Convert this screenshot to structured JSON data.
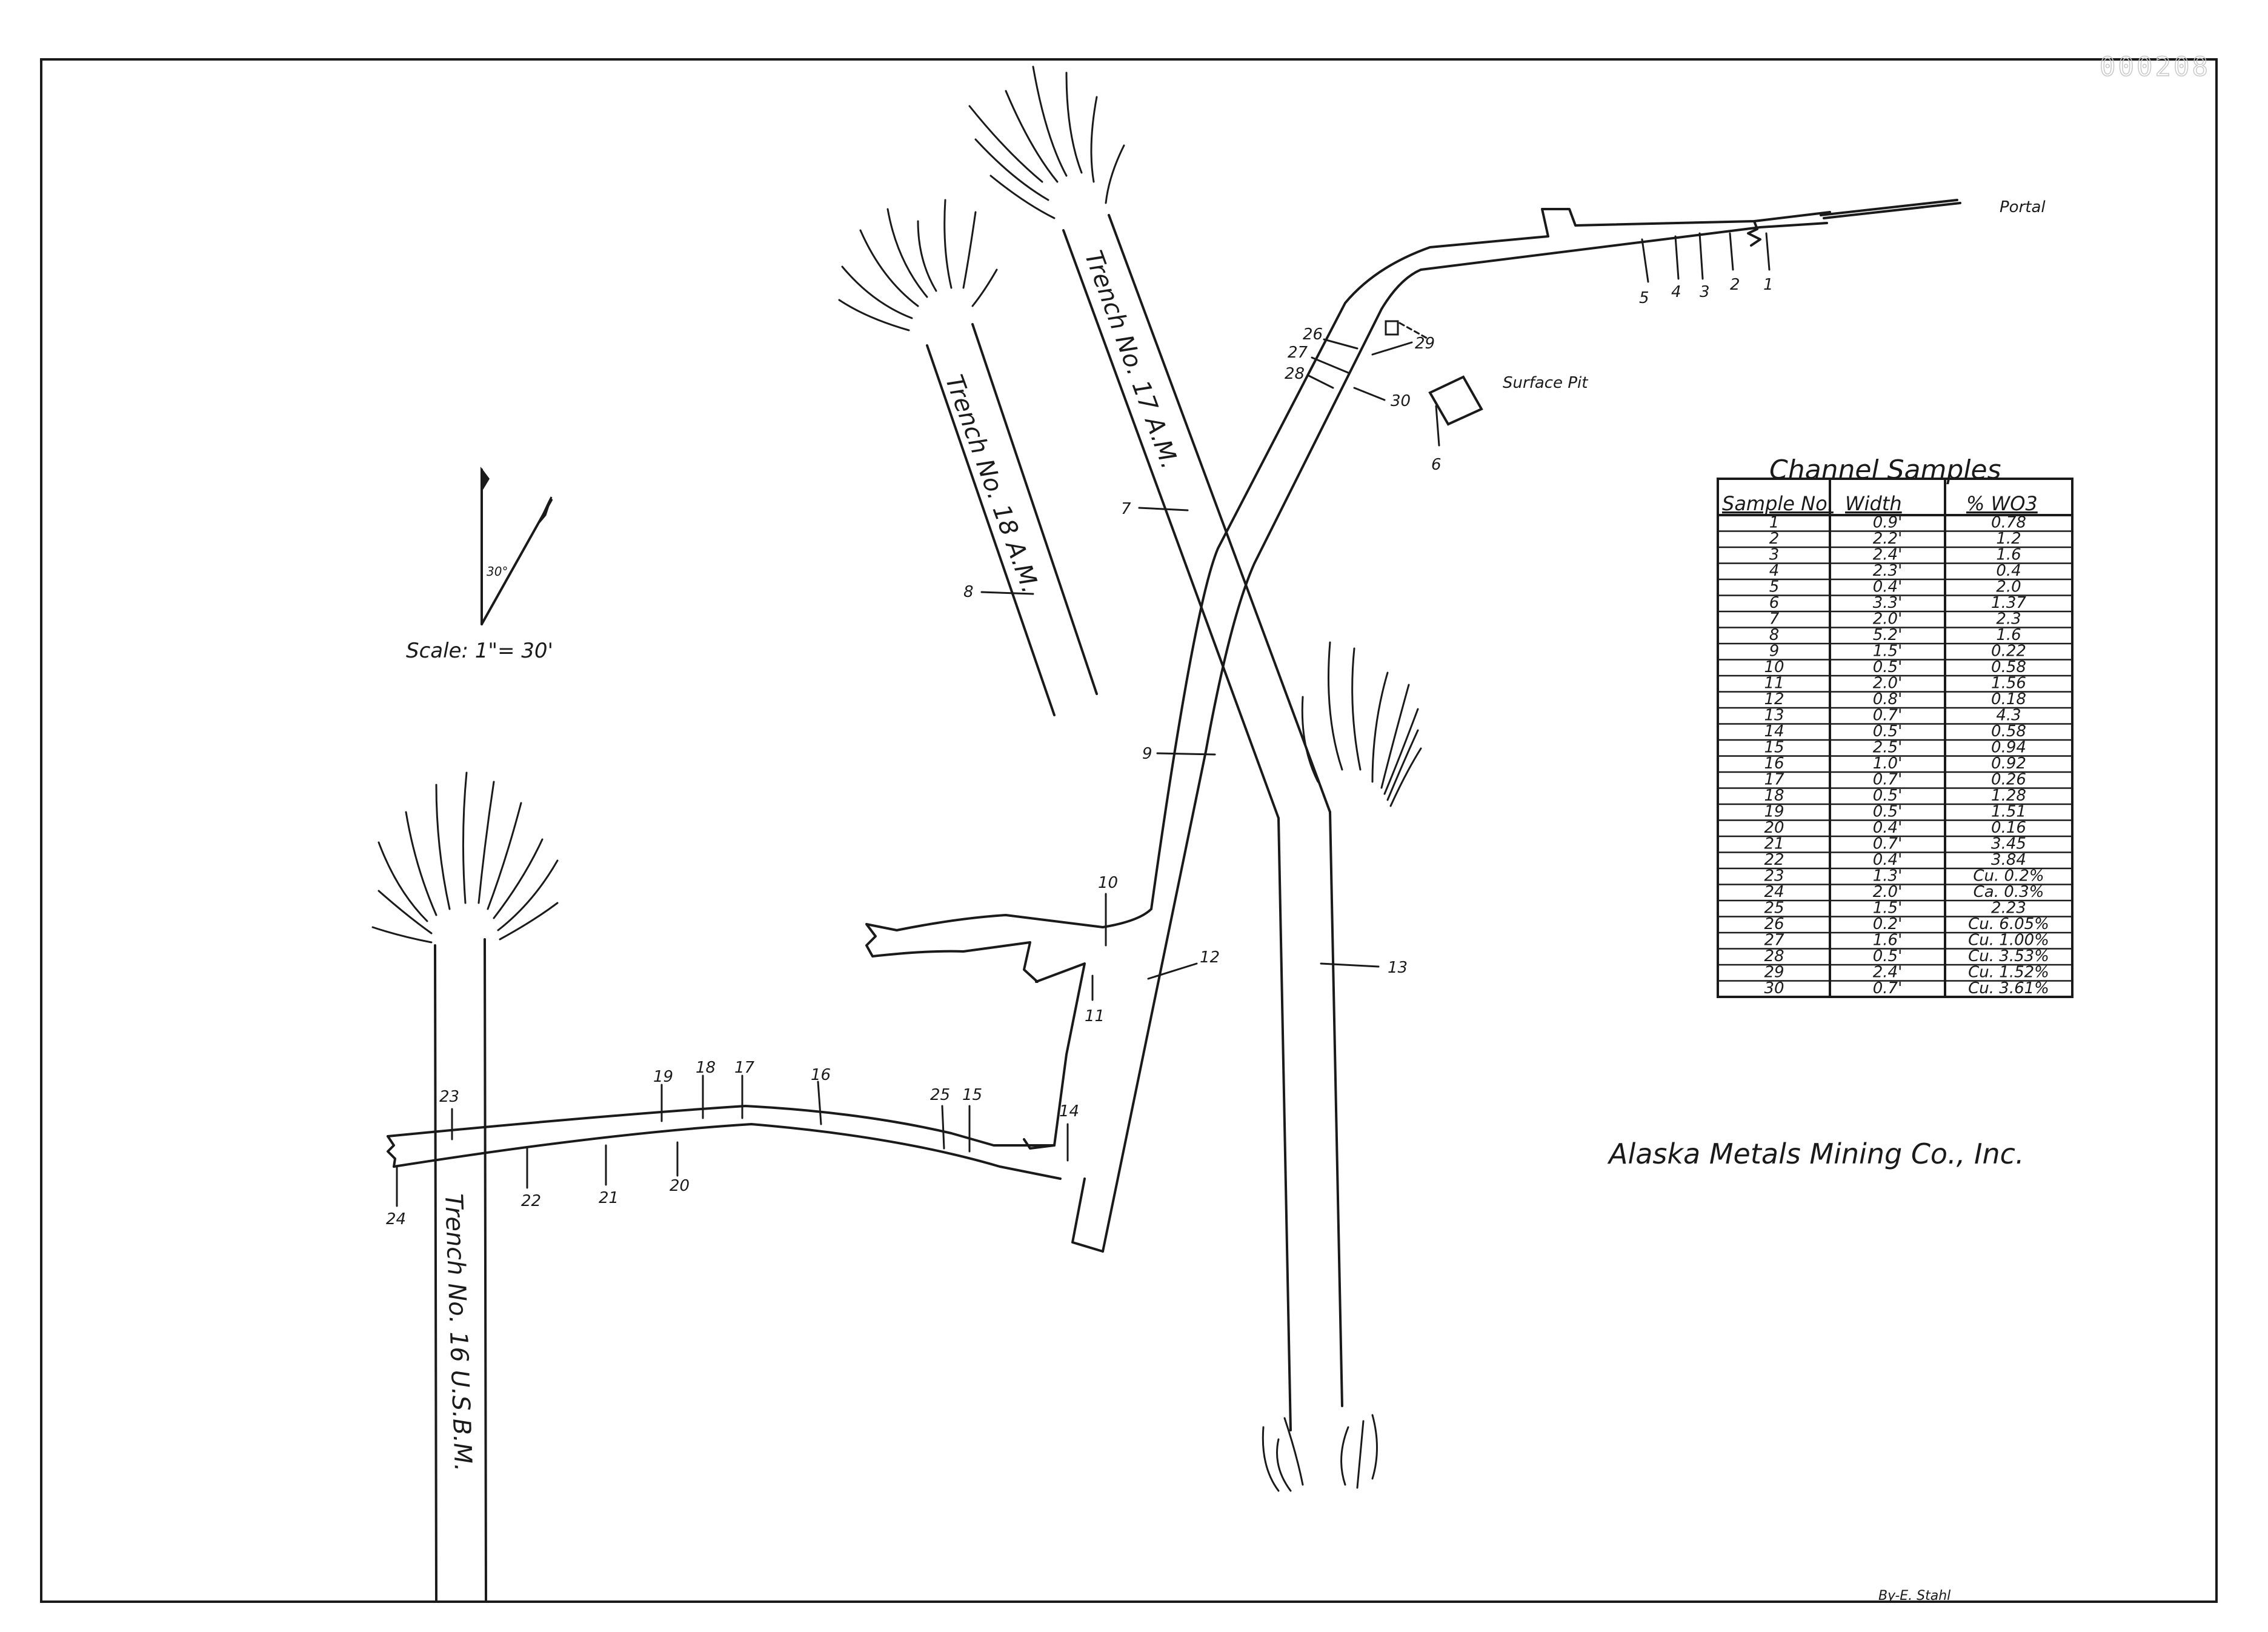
{
  "document_number": "000208",
  "title": "Alaska Metals Mining Co., Inc.",
  "author": "By-E. Stahl",
  "scale": "Scale: 1\"= 30'",
  "north_arrow": {
    "angle": "30°"
  },
  "features": {
    "portal": "Portal",
    "surface_pit": "Surface Pit"
  },
  "trenches": [
    {
      "label": "Trench No. 18 A.M."
    },
    {
      "label": "Trench No. 17 A.M."
    },
    {
      "label": "Trench No. 16 U.S.B.M."
    }
  ],
  "sample_markers": [
    "1",
    "2",
    "3",
    "4",
    "5",
    "6",
    "7",
    "8",
    "9",
    "10",
    "11",
    "12",
    "13",
    "14",
    "15",
    "16",
    "17",
    "18",
    "19",
    "20",
    "21",
    "22",
    "23",
    "24",
    "25",
    "26",
    "27",
    "28",
    "29",
    "30"
  ],
  "channel_samples": {
    "title": "Channel Samples",
    "columns": [
      "Sample No.",
      "Width",
      "% WO3"
    ],
    "rows": [
      [
        "1",
        "0.9'",
        "0.78"
      ],
      [
        "2",
        "2.2'",
        "1.2"
      ],
      [
        "3",
        "2.4'",
        "1.6"
      ],
      [
        "4",
        "2.3'",
        "0.4"
      ],
      [
        "5",
        "0.4'",
        "2.0"
      ],
      [
        "6",
        "3.3'",
        "1.37"
      ],
      [
        "7",
        "2.0'",
        "2.3"
      ],
      [
        "8",
        "5.2'",
        "1.6"
      ],
      [
        "9",
        "1.5'",
        "0.22"
      ],
      [
        "10",
        "0.5'",
        "0.58"
      ],
      [
        "11",
        "2.0'",
        "1.56"
      ],
      [
        "12",
        "0.8'",
        "0.18"
      ],
      [
        "13",
        "0.7'",
        "4.3"
      ],
      [
        "14",
        "0.5'",
        "0.58"
      ],
      [
        "15",
        "2.5'",
        "0.94"
      ],
      [
        "16",
        "1.0'",
        "0.92"
      ],
      [
        "17",
        "0.7'",
        "0.26"
      ],
      [
        "18",
        "0.5'",
        "1.28"
      ],
      [
        "19",
        "0.5'",
        "1.51"
      ],
      [
        "20",
        "0.4'",
        "0.16"
      ],
      [
        "21",
        "0.7'",
        "3.45"
      ],
      [
        "22",
        "0.4'",
        "3.84"
      ],
      [
        "23",
        "1.3'",
        "Cu. 0.2%"
      ],
      [
        "24",
        "2.0'",
        "Ca. 0.3%"
      ],
      [
        "25",
        "1.5'",
        "2.23"
      ],
      [
        "26",
        "0.2'",
        "Cu. 6.05%"
      ],
      [
        "27",
        "1.6'",
        "Cu. 1.00%"
      ],
      [
        "28",
        "0.5'",
        "Cu. 3.53%"
      ],
      [
        "29",
        "2.4'",
        "Cu. 1.52%"
      ],
      [
        "30",
        "0.7'",
        "Cu. 3.61%"
      ]
    ]
  }
}
